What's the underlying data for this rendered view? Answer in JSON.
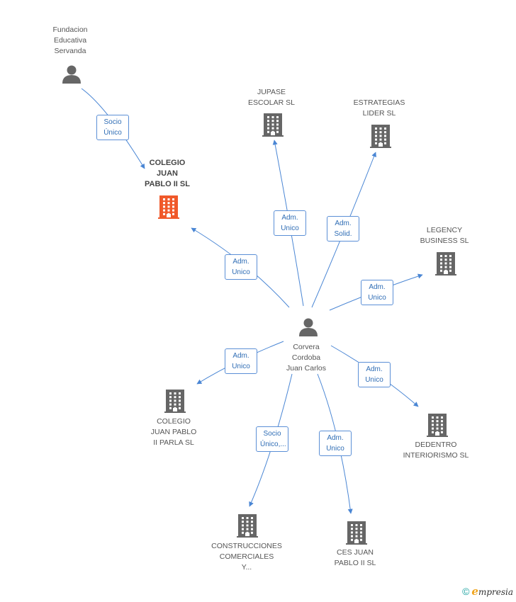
{
  "graph": {
    "colors": {
      "edge": "#4a86d4",
      "company": "#666666",
      "focus_company": "#f0592a",
      "person": "#666666"
    },
    "nodes": [
      {
        "id": "fundacion",
        "type": "person",
        "label": "Fundacion\nEducativa\nServanda",
        "focus": false
      },
      {
        "id": "colegio",
        "type": "company",
        "label": "COLEGIO\nJUAN\nPABLO II SL",
        "focus": true
      },
      {
        "id": "jupase",
        "type": "company",
        "label": "JUPASE\nESCOLAR SL",
        "focus": false
      },
      {
        "id": "estrategias",
        "type": "company",
        "label": "ESTRATEGIAS\nLIDER SL",
        "focus": false
      },
      {
        "id": "legency",
        "type": "company",
        "label": "LEGENCY\nBUSINESS SL",
        "focus": false
      },
      {
        "id": "corvera",
        "type": "person",
        "label": "Corvera\nCordoba\nJuan Carlos",
        "focus": false
      },
      {
        "id": "parla",
        "type": "company",
        "label": "COLEGIO\nJUAN PABLO\nII PARLA  SL",
        "focus": false
      },
      {
        "id": "dedentro",
        "type": "company",
        "label": "DEDENTRO\nINTERIORISMO SL",
        "focus": false
      },
      {
        "id": "construcciones",
        "type": "company",
        "label": "CONSTRUCCIONES\nCOMERCIALES\nY...",
        "focus": false
      },
      {
        "id": "cesjuan",
        "type": "company",
        "label": "CES JUAN\nPABLO II  SL",
        "focus": false
      }
    ],
    "edges": [
      {
        "from": "fundacion",
        "to": "colegio",
        "label": "Socio\nÚnico"
      },
      {
        "from": "corvera",
        "to": "colegio",
        "label": "Adm.\nUnico"
      },
      {
        "from": "corvera",
        "to": "jupase",
        "label": "Adm.\nUnico"
      },
      {
        "from": "corvera",
        "to": "estrategias",
        "label": "Adm.\nSolid."
      },
      {
        "from": "corvera",
        "to": "legency",
        "label": "Adm.\nUnico"
      },
      {
        "from": "corvera",
        "to": "parla",
        "label": "Adm.\nUnico"
      },
      {
        "from": "corvera",
        "to": "dedentro",
        "label": "Adm.\nUnico"
      },
      {
        "from": "corvera",
        "to": "construcciones",
        "label": "Socio\nÚnico,..."
      },
      {
        "from": "corvera",
        "to": "cesjuan",
        "label": "Adm.\nUnico"
      }
    ]
  },
  "footer": {
    "copyright": "©",
    "brand_initial": "e",
    "brand_rest": "mpresia"
  }
}
